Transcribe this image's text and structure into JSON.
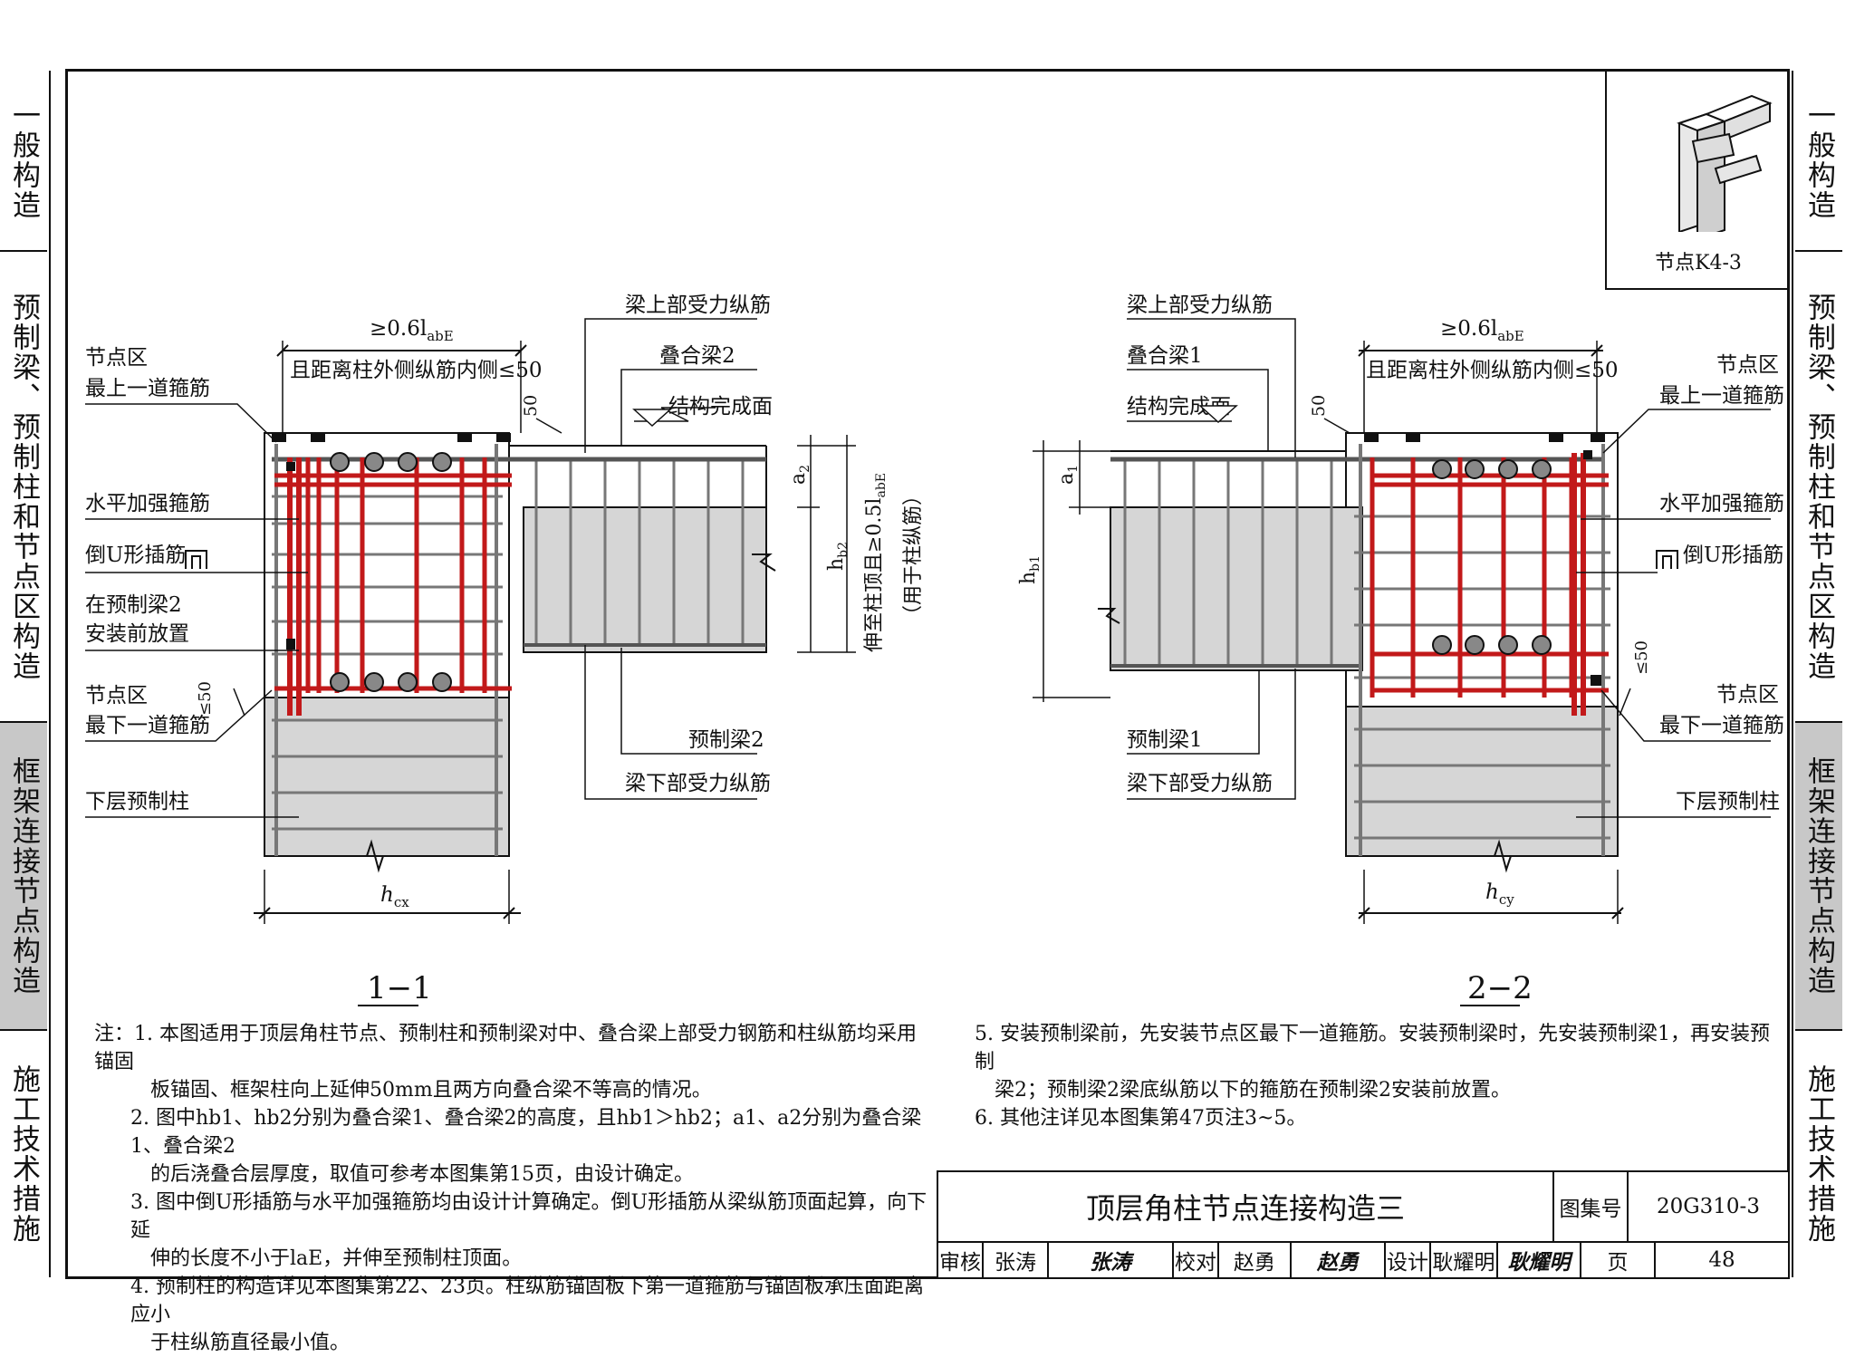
{
  "side_tabs_left": [
    {
      "label": "一般构造",
      "shaded": false
    },
    {
      "label": "预制梁、预制柱和节点区构造",
      "shaded": false
    },
    {
      "label": "框架连接节点构造",
      "shaded": true
    },
    {
      "label": "施工技术措施",
      "shaded": false
    }
  ],
  "side_tabs_right": [
    {
      "label": "一般构造",
      "shaded": false
    },
    {
      "label": "预制梁、预制柱和节点区构造",
      "shaded": false
    },
    {
      "label": "框架连接节点构造",
      "shaded": true
    },
    {
      "label": "施工技术措施",
      "shaded": false
    }
  ],
  "key_node_label": "节点K4-3",
  "section1": {
    "title": "1−1",
    "dim_top_line1": "≥0.6l",
    "dim_top_sub": "abE",
    "dim_top_line2": "且距离柱外侧纵筋内侧≤50",
    "labels_left": [
      "节点区",
      "最上一道箍筋",
      "水平加强箍筋",
      "倒U形插筋",
      "在预制梁2",
      "安装前放置",
      "节点区",
      "最下一道箍筋",
      "下层预制柱"
    ],
    "labels_right": [
      "梁上部受力纵筋",
      "叠合梁2",
      "结构完成面",
      "预制梁2",
      "梁下部受力纵筋"
    ],
    "dim_50_top": "50",
    "dim_50_bottom": "≤50",
    "dim_a": "a",
    "dim_a_sub": "2",
    "dim_h": "h",
    "dim_h_sub": "b2",
    "vertical_note_1": "伸至柱顶且≥0.5l",
    "vertical_note_1_sub": "abE",
    "vertical_note_2": "（用于柱纵筋）",
    "dim_bottom": "h",
    "dim_bottom_sub": "cx"
  },
  "section2": {
    "title": "2−2",
    "dim_top_line1": "≥0.6l",
    "dim_top_sub": "abE",
    "dim_top_line2": "且距离柱外侧纵筋内侧≤50",
    "labels_left": [
      "梁上部受力纵筋",
      "叠合梁1",
      "结构完成面",
      "预制梁1",
      "梁下部受力纵筋"
    ],
    "labels_right": [
      "节点区",
      "最上一道箍筋",
      "水平加强箍筋",
      "倒U形插筋",
      "节点区",
      "最下一道箍筋",
      "下层预制柱"
    ],
    "dim_50_top": "50",
    "dim_50_bottom": "≤50",
    "dim_a": "a",
    "dim_a_sub": "1",
    "dim_h": "h",
    "dim_h_sub": "b1",
    "dim_bottom": "h",
    "dim_bottom_sub": "cy"
  },
  "notes_left": [
    "注：1. 本图适用于顶层角柱节点、预制柱和预制梁对中、叠合梁上部受力钢筋和柱纵筋均采用锚固",
    "板锚固、框架柱向上延伸50mm且两方向叠合梁不等高的情况。",
    "2. 图中hb1、hb2分别为叠合梁1、叠合梁2的高度，且hb1＞hb2；a1、a2分别为叠合梁1、叠合梁2",
    "的后浇叠合层厚度，取值可参考本图集第15页，由设计确定。",
    "3. 图中倒U形插筋与水平加强箍筋均由设计计算确定。倒U形插筋从梁纵筋顶面起算，向下延",
    "伸的长度不小于laE，并伸至预制柱顶面。",
    "4. 预制柱的构造详见本图集第22、23页。柱纵筋锚固板下第一道箍筋与锚固板承压面距离应小",
    "于柱纵筋直径最小值。"
  ],
  "notes_right": [
    "5. 安装预制梁前，先安装节点区最下一道箍筋。安装预制梁时，先安装预制梁1，再安装预制",
    "梁2；预制梁2梁底纵筋以下的箍筋在预制梁2安装前放置。",
    "6. 其他注详见本图集第47页注3~5。"
  ],
  "title_block": {
    "title": "顶层角柱节点连接构造三",
    "atlas_label": "图集号",
    "atlas_no": "20G310-3",
    "review_label": "审核",
    "reviewer": "张涛",
    "reviewer_sig": "张涛",
    "check_label": "校对",
    "checker": "赵勇",
    "checker_sig": "赵勇",
    "design_label": "设计",
    "designer": "耿耀明",
    "designer_sig": "耿耀明",
    "page_label": "页",
    "page_no": "48"
  }
}
